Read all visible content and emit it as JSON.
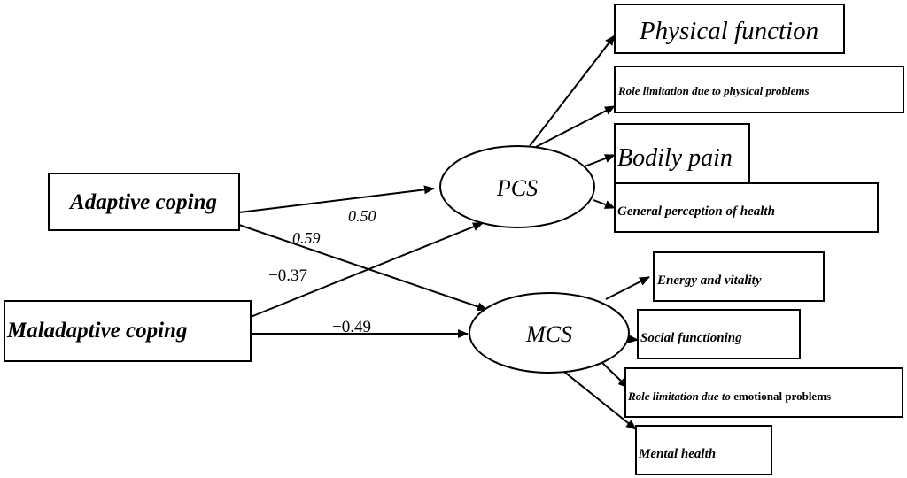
{
  "diagram": {
    "sources": {
      "adaptive": "Adaptive coping",
      "maladaptive": "Maladaptive coping"
    },
    "latents": {
      "pcs": "PCS",
      "mcs": "MCS"
    },
    "pcs_indicators": {
      "physical_function": "Physical function",
      "role_physical": "Role limitation due to physical problems",
      "bodily_pain": "Bodily pain",
      "general_health": "General perception of health"
    },
    "mcs_indicators": {
      "energy": "Energy and vitality",
      "social": "Social functioning",
      "role_emotional_prefix": "Role limitation due to ",
      "role_emotional_suffix": "emotional problems",
      "mental_health": "Mental health"
    },
    "coefficients": {
      "adaptive_to_pcs": "0.50",
      "adaptive_to_mcs": "0.59",
      "maladaptive_to_pcs": "−0.37",
      "maladaptive_to_mcs": "−0.49"
    }
  }
}
